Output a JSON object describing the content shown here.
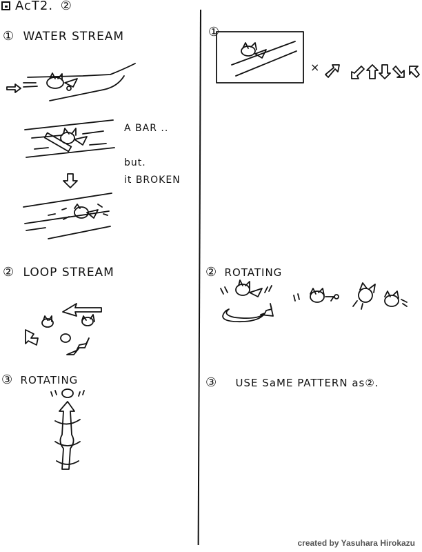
{
  "header": {
    "icon": "page-icon",
    "title": "AcT2.",
    "title_marker": "②"
  },
  "left": {
    "section1": {
      "marker": "①",
      "title": "WATER STREAM",
      "note_bar": "A BAR ..",
      "note_but": "but.",
      "note_broken": "it BROKEN"
    },
    "section2": {
      "marker": "②",
      "title": "LOOP STREAM"
    },
    "section3": {
      "marker": "③",
      "title": "ROTATING"
    }
  },
  "right": {
    "section1": {
      "marker": "①",
      "times": "×"
    },
    "section2": {
      "marker": "②",
      "title": "ROTATING"
    },
    "section3": {
      "marker": "③",
      "text": "USE SaME PATTERN as②."
    }
  },
  "credit": "created by Yasuhara Hirokazu"
}
